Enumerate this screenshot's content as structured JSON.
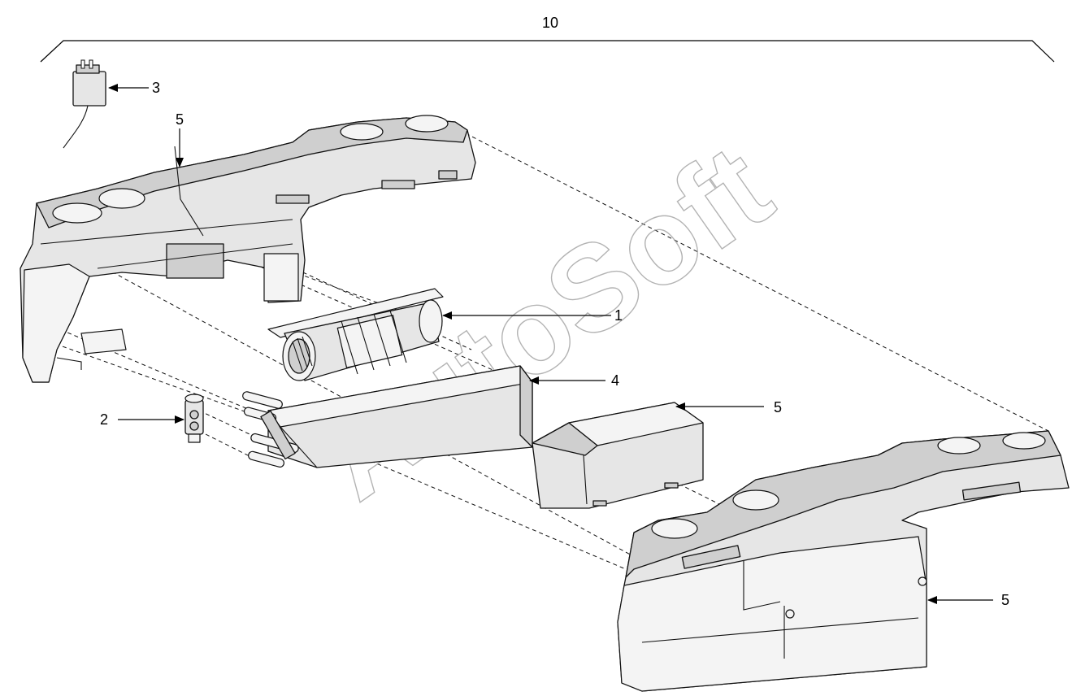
{
  "callouts": {
    "assembly": "10",
    "blower": "1",
    "valve": "2",
    "relay": "3",
    "evaporator": "4",
    "housing_top": "5",
    "cover": "5",
    "housing_right": "5"
  },
  "watermark": "AutoSoft"
}
